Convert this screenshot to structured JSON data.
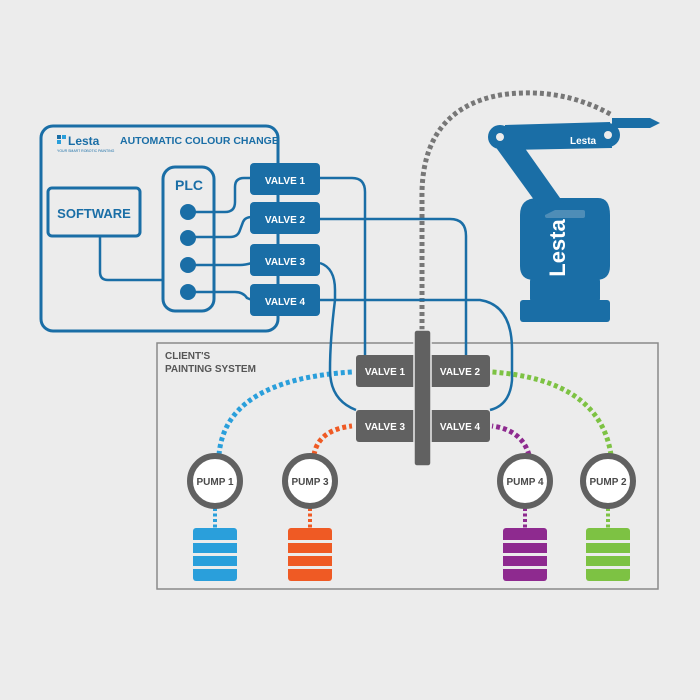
{
  "title": "AUTOMATIC COLOUR CHANGE",
  "logo": {
    "wordmark": "Lesta",
    "tagline": "YOUR SMART ROBOTIC PAINTING"
  },
  "robot_logo": "Lesta",
  "software": "SOFTWARE",
  "plc": "PLC",
  "plc_valves": [
    "VALVE 1",
    "VALVE 2",
    "VALVE 3",
    "VALVE 4"
  ],
  "client_system": {
    "line1": "CLIENT'S",
    "line2": "PAINTING SYSTEM"
  },
  "client_valves": [
    "VALVE 1",
    "VALVE 2",
    "VALVE 3",
    "VALVE 4"
  ],
  "pumps": [
    "PUMP 1",
    "PUMP 3",
    "PUMP 4",
    "PUMP 2"
  ],
  "colors": {
    "brand_blue": "#1a6ea6",
    "valve_gray": "#616161",
    "paint_blue": "#2a9fdb",
    "paint_orange": "#ef5a24",
    "paint_purple": "#8e2a8f",
    "paint_green": "#7dc243",
    "hose_gray": "#7a7a7a"
  }
}
